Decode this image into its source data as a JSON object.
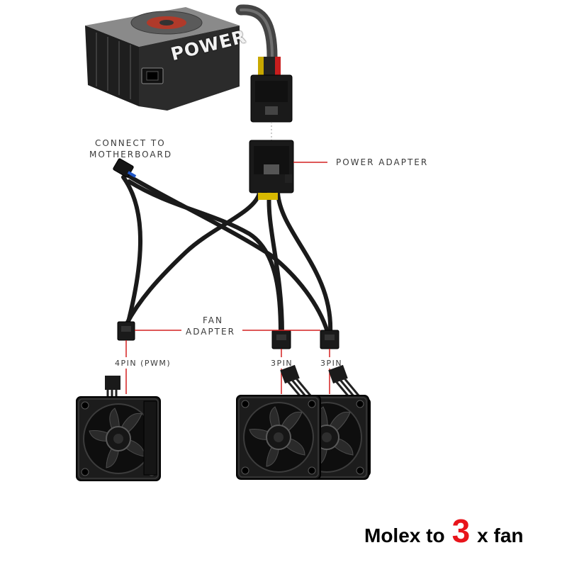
{
  "psu": {
    "brand": "POWER"
  },
  "labels": {
    "connect_motherboard_line1": "CONNECT TO",
    "connect_motherboard_line2": "MOTHERBOARD",
    "power_adapter": "POWER ADAPTER",
    "fan_adapter_line1": "FAN",
    "fan_adapter_line2": "ADAPTER",
    "pin_pwm": "4PIN (PWM)",
    "pin_3a": "3PIN",
    "pin_3b": "3PIN"
  },
  "caption": {
    "part1": "Molex to",
    "part2": "3",
    "part3": "x fan"
  },
  "colors": {
    "accent_red": "#e8141b",
    "cable": "#1a1a1a",
    "leader_line": "#d42020"
  }
}
